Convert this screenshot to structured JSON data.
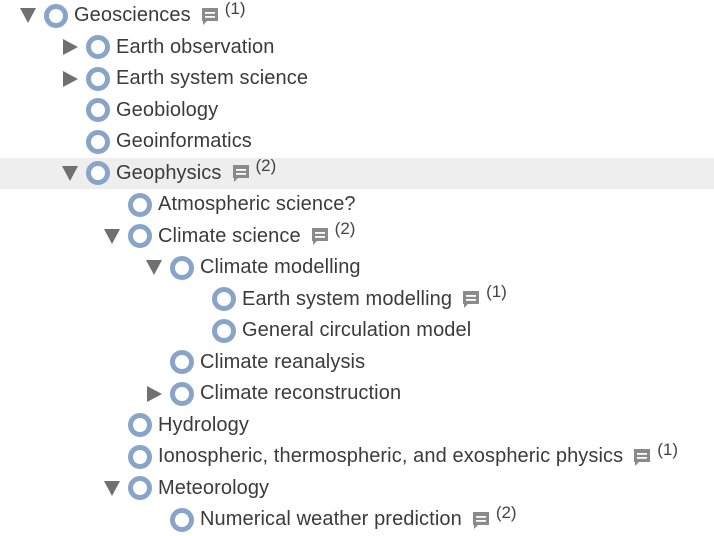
{
  "icons": {
    "expanded": "triangle-down-icon",
    "collapsed": "triangle-right-icon",
    "node": "circle-node-icon",
    "comment": "comment-icon"
  },
  "colors": {
    "node_ring": "#89a4c9",
    "toggle": "#707070",
    "highlight_row": "#eeeeee",
    "comment_icon": "#8a8a8a"
  },
  "tree": {
    "rows": [
      {
        "label": "Geosciences",
        "toggle": "expanded",
        "comments": "(1)"
      },
      {
        "label": "Earth observation",
        "toggle": "collapsed",
        "comments": ""
      },
      {
        "label": "Earth system science",
        "toggle": "collapsed",
        "comments": ""
      },
      {
        "label": "Geobiology",
        "toggle": "none",
        "comments": ""
      },
      {
        "label": "Geoinformatics",
        "toggle": "none",
        "comments": ""
      },
      {
        "label": "Geophysics",
        "toggle": "expanded",
        "comments": "(2)"
      },
      {
        "label": "Atmospheric science?",
        "toggle": "none",
        "comments": ""
      },
      {
        "label": "Climate science",
        "toggle": "expanded",
        "comments": "(2)"
      },
      {
        "label": "Climate modelling",
        "toggle": "expanded",
        "comments": ""
      },
      {
        "label": "Earth system modelling",
        "toggle": "none",
        "comments": "(1)"
      },
      {
        "label": "General circulation model",
        "toggle": "none",
        "comments": ""
      },
      {
        "label": "Climate reanalysis",
        "toggle": "none",
        "comments": ""
      },
      {
        "label": "Climate reconstruction",
        "toggle": "collapsed",
        "comments": ""
      },
      {
        "label": "Hydrology",
        "toggle": "none",
        "comments": ""
      },
      {
        "label": "Ionospheric, thermospheric, and exospheric physics",
        "toggle": "none",
        "comments": "(1)"
      },
      {
        "label": "Meteorology",
        "toggle": "expanded",
        "comments": ""
      },
      {
        "label": "Numerical weather prediction",
        "toggle": "none",
        "comments": "(2)"
      }
    ]
  }
}
